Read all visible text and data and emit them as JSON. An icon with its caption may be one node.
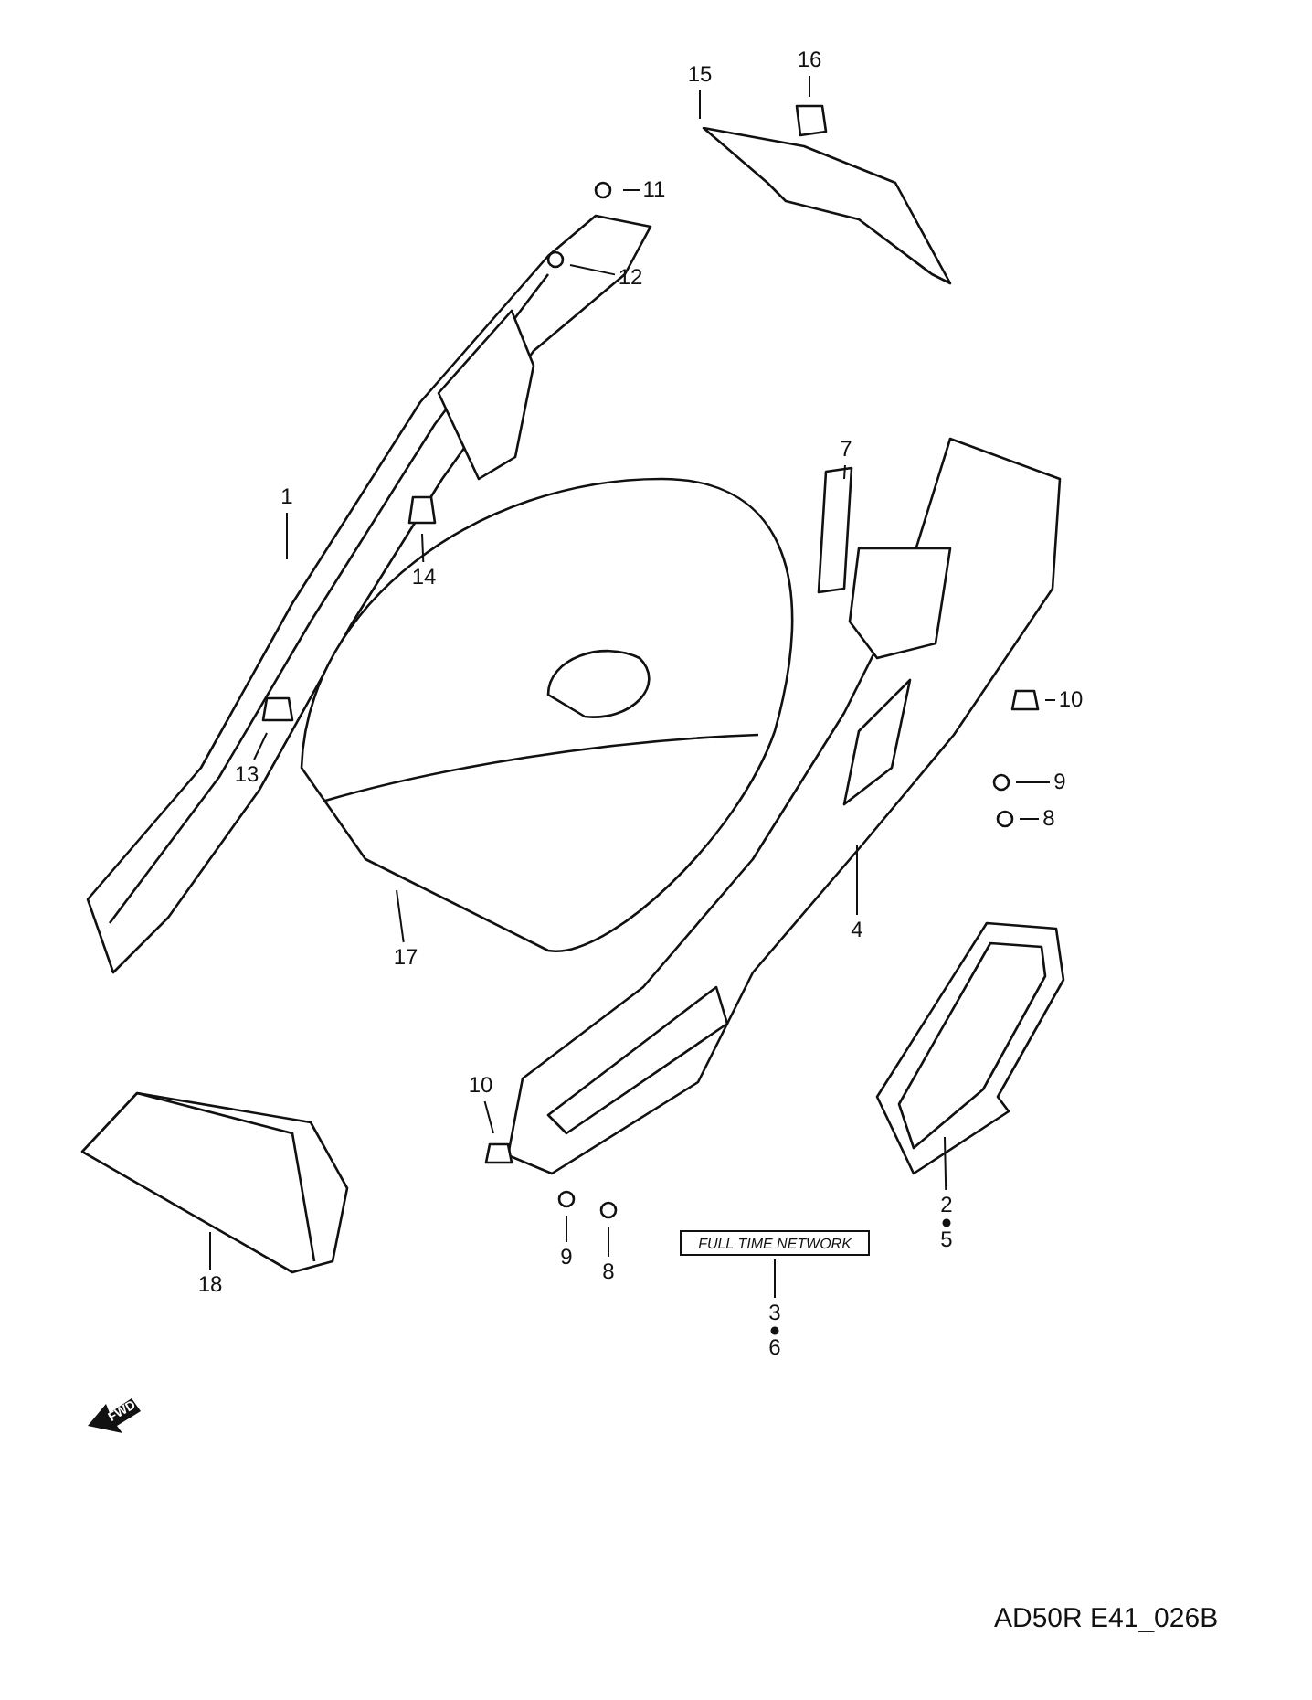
{
  "diagram": {
    "nodes": [
      {
        "text": [
          "15"
        ]
      },
      {
        "text": [
          "16"
        ]
      },
      {
        "text": [
          "11"
        ]
      },
      {
        "text": [
          "12"
        ]
      },
      {
        "text": [
          "1"
        ]
      },
      {
        "text": [
          "14"
        ]
      },
      {
        "text": [
          "13"
        ]
      },
      {
        "text": [
          "17"
        ]
      },
      {
        "text": [
          "7"
        ]
      },
      {
        "text": [
          "10"
        ]
      },
      {
        "text": [
          "9"
        ]
      },
      {
        "text": [
          "8"
        ]
      },
      {
        "text": [
          "4"
        ]
      },
      {
        "text": [
          "10"
        ]
      },
      {
        "text": [
          "9"
        ]
      },
      {
        "text": [
          "8"
        ]
      },
      {
        "text": [
          "18"
        ]
      },
      {
        "text": [
          "2",
          "5"
        ]
      },
      {
        "text": [
          "3",
          "6"
        ]
      },
      {
        "text": [
          "FULL TIME NETWORK"
        ]
      }
    ],
    "edges": [
      {
        "from": 0,
        "to": null,
        "arrow": "none"
      },
      {
        "from": 1,
        "to": null,
        "arrow": "none"
      },
      {
        "from": 2,
        "to": null,
        "arrow": "none"
      },
      {
        "from": 3,
        "to": null,
        "arrow": "none"
      },
      {
        "from": 4,
        "to": null,
        "arrow": "none"
      },
      {
        "from": 5,
        "to": null,
        "arrow": "none"
      },
      {
        "from": 6,
        "to": null,
        "arrow": "none"
      },
      {
        "from": 7,
        "to": null,
        "arrow": "none"
      },
      {
        "from": 8,
        "to": null,
        "arrow": "none"
      },
      {
        "from": 9,
        "to": null,
        "arrow": "none"
      },
      {
        "from": 10,
        "to": null,
        "arrow": "none"
      },
      {
        "from": 11,
        "to": null,
        "arrow": "none"
      },
      {
        "from": 12,
        "to": null,
        "arrow": "none"
      },
      {
        "from": 13,
        "to": null,
        "arrow": "none"
      },
      {
        "from": 14,
        "to": null,
        "arrow": "none"
      },
      {
        "from": 15,
        "to": null,
        "arrow": "none"
      },
      {
        "from": 16,
        "to": null,
        "arrow": "none"
      },
      {
        "from": 17,
        "to": null,
        "arrow": "none"
      },
      {
        "from": 18,
        "to": 19,
        "arrow": "none"
      }
    ],
    "labels": [
      "FWD",
      "AD50R E41_026B"
    ]
  }
}
